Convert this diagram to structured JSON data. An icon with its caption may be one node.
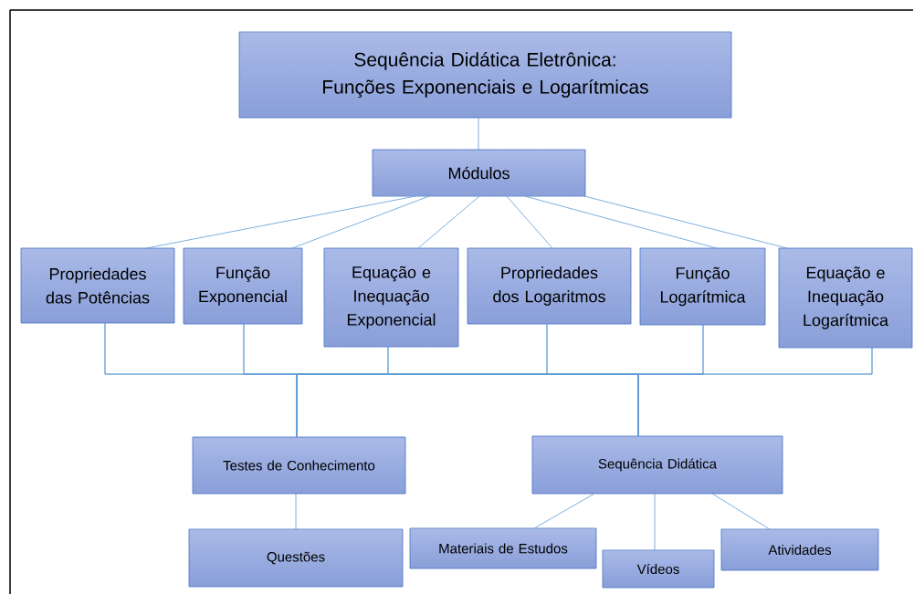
{
  "diagram": {
    "nodes": [
      {
        "text": [
          "Sequência Didática Eletrônica: Funções Exponenciais e Logarítmicas"
        ]
      },
      {
        "text": [
          "Módulos"
        ]
      },
      {
        "text": [
          "Propriedades das Potências"
        ]
      },
      {
        "text": [
          "Função Exponencial"
        ]
      },
      {
        "text": [
          "Equação e Inequação Exponencial"
        ]
      },
      {
        "text": [
          "Propriedades dos Logaritmos"
        ]
      },
      {
        "text": [
          "Função Logarítmica"
        ]
      },
      {
        "text": [
          "Equação e Inequação Logarítmica"
        ]
      },
      {
        "text": [
          "Testes de Conhecimento"
        ]
      },
      {
        "text": [
          "Sequência Didática"
        ]
      },
      {
        "text": [
          "Questões"
        ]
      },
      {
        "text": [
          "Materiais de Estudos"
        ]
      },
      {
        "text": [
          "Vídeos"
        ]
      },
      {
        "text": [
          "Atividades"
        ]
      }
    ],
    "edges": [
      {
        "from": 0,
        "to": 1,
        "arrow": "none"
      },
      {
        "from": 1,
        "to": 2,
        "arrow": "none"
      },
      {
        "from": 1,
        "to": 3,
        "arrow": "none"
      },
      {
        "from": 1,
        "to": 4,
        "arrow": "none"
      },
      {
        "from": 1,
        "to": 5,
        "arrow": "none"
      },
      {
        "from": 1,
        "to": 6,
        "arrow": "none"
      },
      {
        "from": 1,
        "to": 7,
        "arrow": "none"
      },
      {
        "from": 2,
        "to": 8,
        "arrow": "none"
      },
      {
        "from": 3,
        "to": 8,
        "arrow": "none"
      },
      {
        "from": 4,
        "to": 8,
        "arrow": "none"
      },
      {
        "from": 5,
        "to": 8,
        "arrow": "none"
      },
      {
        "from": 6,
        "to": 8,
        "arrow": "none"
      },
      {
        "from": 7,
        "to": 8,
        "arrow": "none"
      },
      {
        "from": 2,
        "to": 9,
        "arrow": "none"
      },
      {
        "from": 3,
        "to": 9,
        "arrow": "none"
      },
      {
        "from": 4,
        "to": 9,
        "arrow": "none"
      },
      {
        "from": 5,
        "to": 9,
        "arrow": "none"
      },
      {
        "from": 6,
        "to": 9,
        "arrow": "none"
      },
      {
        "from": 7,
        "to": 9,
        "arrow": "none"
      },
      {
        "from": 8,
        "to": 10,
        "arrow": "none"
      },
      {
        "from": 9,
        "to": 11,
        "arrow": "none"
      },
      {
        "from": 9,
        "to": 12,
        "arrow": "none"
      },
      {
        "from": 9,
        "to": 13,
        "arrow": "none"
      }
    ]
  }
}
